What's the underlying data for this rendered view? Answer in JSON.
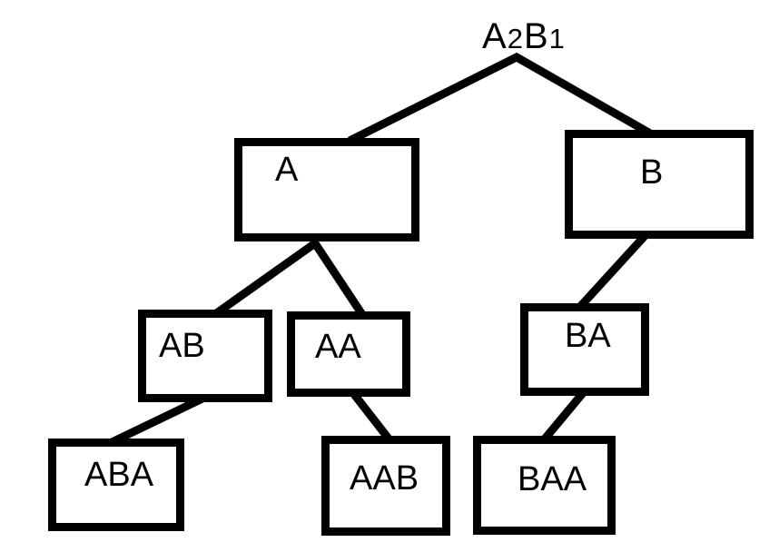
{
  "diagram": {
    "title": "A2B1",
    "root": {
      "label": "A2B1",
      "parts": [
        "A",
        "2",
        "B",
        "1"
      ]
    },
    "nodes": [
      {
        "id": "A",
        "label": "A",
        "parent": "A2B1",
        "level": 1
      },
      {
        "id": "B",
        "label": "B",
        "parent": "A2B1",
        "level": 1
      },
      {
        "id": "AB",
        "label": "AB",
        "parent": "A",
        "level": 2
      },
      {
        "id": "AA",
        "label": "AA",
        "parent": "A",
        "level": 2
      },
      {
        "id": "BA",
        "label": "BA",
        "parent": "B",
        "level": 2
      },
      {
        "id": "ABA",
        "label": "ABA",
        "parent": "AB",
        "level": 3
      },
      {
        "id": "AAB",
        "label": "AAB",
        "parent": "AA",
        "level": 3
      },
      {
        "id": "BAA",
        "label": "BAA",
        "parent": "BA",
        "level": 3
      }
    ],
    "edges": [
      {
        "from": "A2B1",
        "to": "A"
      },
      {
        "from": "A2B1",
        "to": "B"
      },
      {
        "from": "A",
        "to": "AB"
      },
      {
        "from": "A",
        "to": "AA"
      },
      {
        "from": "B",
        "to": "BA"
      },
      {
        "from": "AB",
        "to": "ABA"
      },
      {
        "from": "AA",
        "to": "AAB"
      },
      {
        "from": "BA",
        "to": "BAA"
      }
    ],
    "colors": {
      "stroke": "#000000",
      "background": "#ffffff",
      "text": "#000000"
    }
  }
}
